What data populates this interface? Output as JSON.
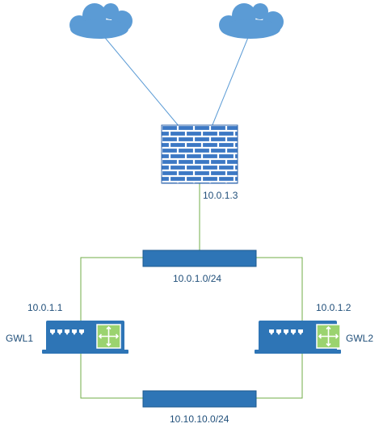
{
  "labels": {
    "firewall_ip": "10.0.1.3",
    "top_network": "10.0.1.0/24",
    "gwl1_ip": "10.0.1.1",
    "gwl2_ip": "10.0.1.2",
    "gwl1_name": "GWL1",
    "gwl2_name": "GWL2",
    "bottom_network": "10.10.10.0/24"
  },
  "colors": {
    "cloud": "#5b9bd5",
    "line_blue": "#5b9bd5",
    "line_green": "#70ad47",
    "firewall": "#3c78c4",
    "segment": "#2e75b6",
    "router_body": "#2e75b6",
    "router_panel": "#9bd36f",
    "label_text": "#1f4e79"
  },
  "icons": {
    "cloud": "cloud-icon",
    "firewall": "firewall-icon",
    "router": "router-icon"
  }
}
